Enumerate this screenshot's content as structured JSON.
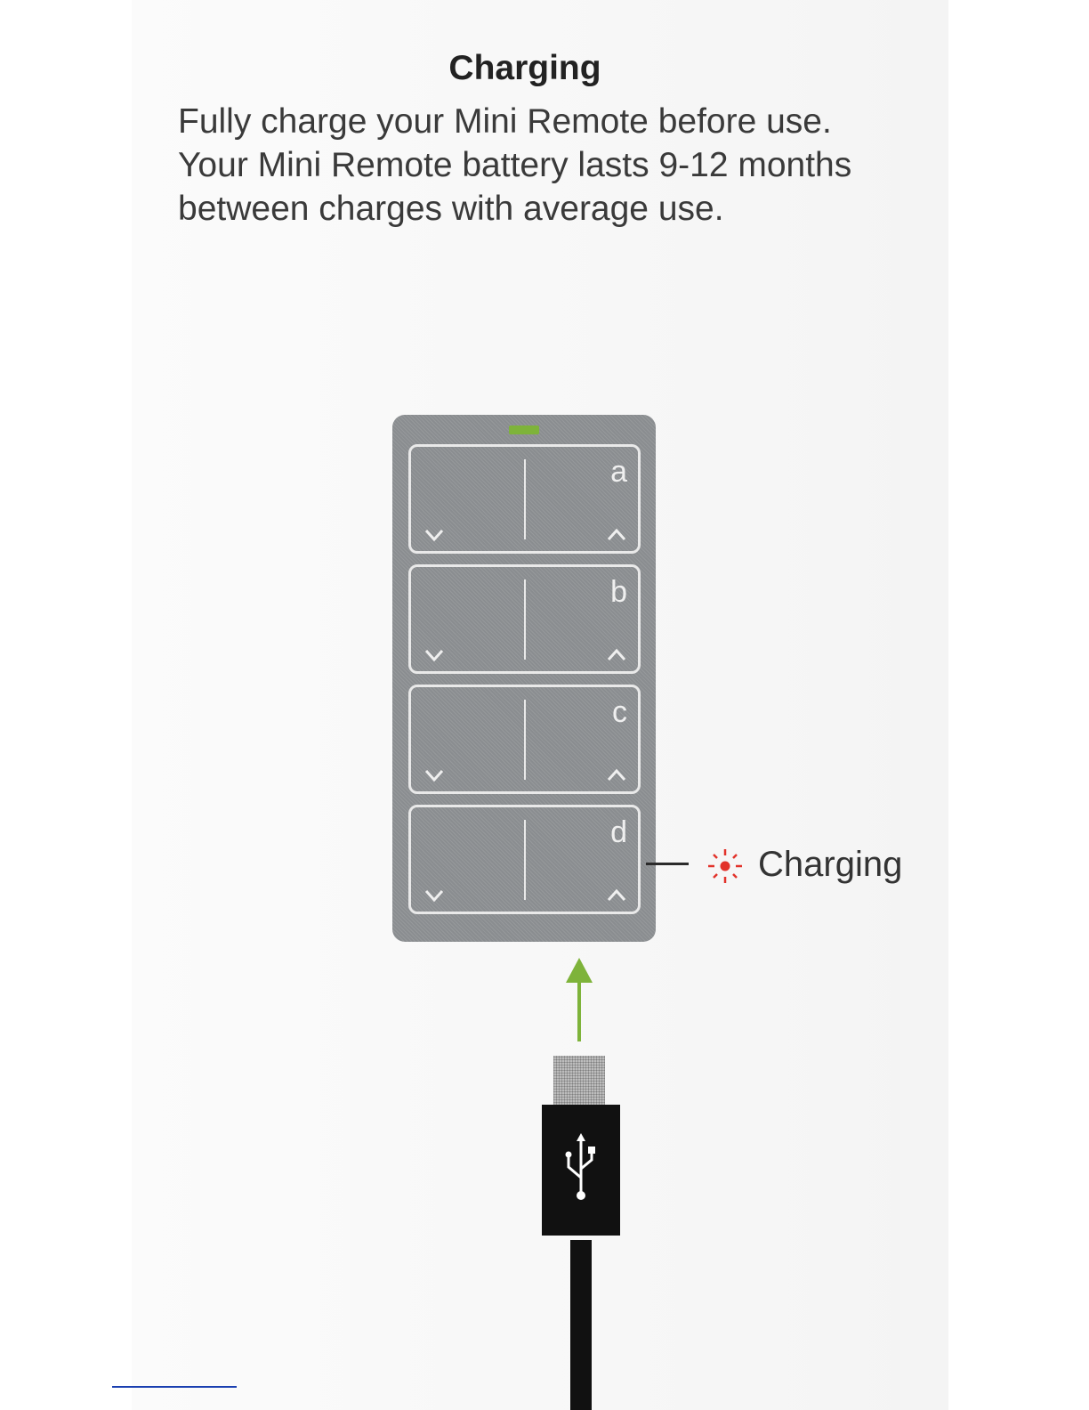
{
  "heading": "Charging",
  "intro_lines": [
    "Fully charge your Mini Remote before use.",
    "Your Mini Remote battery lasts 9-12 months",
    "between charges with average use."
  ],
  "remote": {
    "buttons": [
      {
        "letter": "a"
      },
      {
        "letter": "b"
      },
      {
        "letter": "c"
      },
      {
        "letter": "d"
      }
    ]
  },
  "indicator": {
    "label": "Charging",
    "led_color": "#e2322a"
  },
  "colors": {
    "led_green": "#7eb33a",
    "arrow_green": "#7eb33a",
    "remote_gray": "#8a8d90",
    "cable_black": "#111111"
  },
  "icons": [
    "led-indicator",
    "down-chevron-icon",
    "up-chevron-icon",
    "charging-light-icon",
    "insert-arrow-icon",
    "usb-icon"
  ]
}
